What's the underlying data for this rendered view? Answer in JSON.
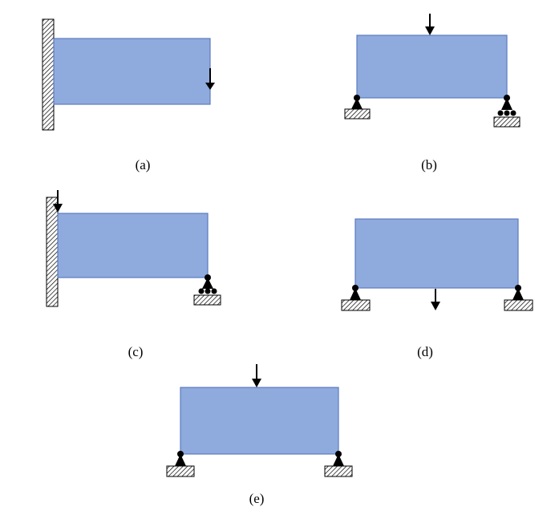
{
  "colors": {
    "beam_fill": "#8FAADC",
    "beam_stroke": "#5B7BC0",
    "support": "#000000",
    "ground_hatch": "#000000"
  },
  "panels": [
    {
      "label": "(a)",
      "supports": [
        "fixed-wall-left"
      ],
      "load": "point-load-free-end"
    },
    {
      "label": "(b)",
      "supports": [
        "pin-left",
        "roller-right"
      ],
      "load": "point-load-top-midspan"
    },
    {
      "label": "(c)",
      "supports": [
        "fixed-wall-left",
        "roller-right"
      ],
      "load": "point-load-near-wall"
    },
    {
      "label": "(d)",
      "supports": [
        "pin-left",
        "pin-right"
      ],
      "load": "point-load-below-midspan"
    },
    {
      "label": "(e)",
      "supports": [
        "pin-left",
        "pin-right"
      ],
      "load": "point-load-top-midspan"
    }
  ]
}
